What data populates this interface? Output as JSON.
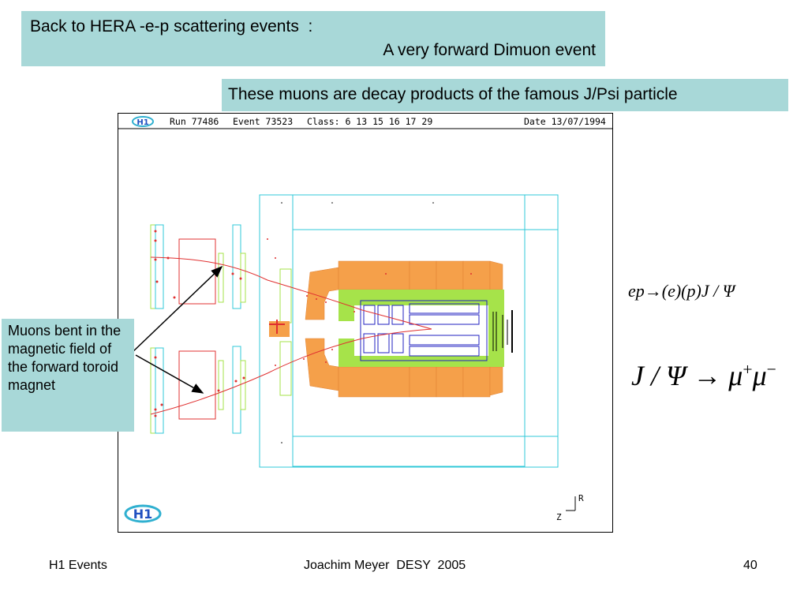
{
  "title": {
    "line1": "Back to HERA -e-p scattering events  :",
    "line2": "A very forward Dimuon event"
  },
  "subtitle": "These muons are decay products of the famous J/Psi particle",
  "event_display": {
    "run": "Run 77486",
    "event": "Event 73523",
    "class": "Class: 6 13 15 16 17 29",
    "date": "Date 13/07/1994",
    "axis_r": "R",
    "axis_z": "Z"
  },
  "callout": "Muons bent in the magnetic field of the forward toroid magnet",
  "formulas": {
    "reaction_lhs": "ep",
    "reaction_rhs": "(e)(p)J / Ψ",
    "decay_lhs": "J / Ψ",
    "decay_rhs": "μ",
    "decay_rhs2": "μ",
    "plus": "+",
    "minus": "−",
    "arrow": "→"
  },
  "footer": {
    "left": "H1 Events",
    "center": "Joachim Meyer  DESY  2005",
    "right": "40"
  },
  "colors": {
    "box_bg": "#a8d8d8",
    "calorimeter": "#f5a04a",
    "detector_green": "#a6e34a",
    "track_red": "#e03030",
    "cyan_line": "#30c8d8",
    "blue_box": "#2020c0"
  }
}
